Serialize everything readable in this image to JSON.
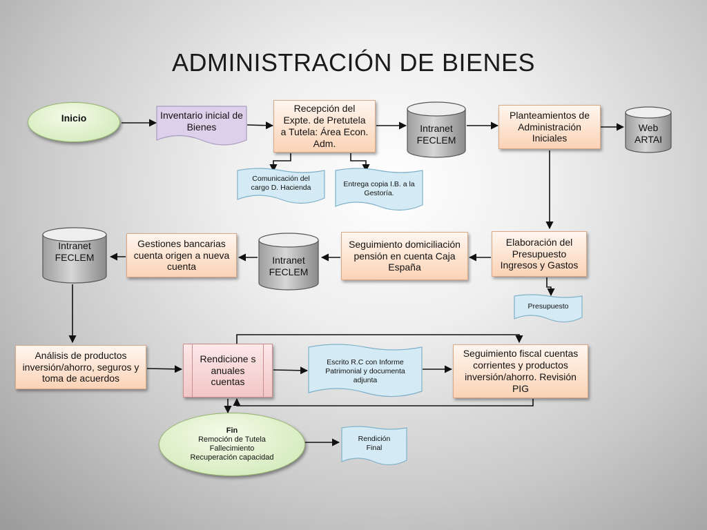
{
  "title": "ADMINISTRACIÓN DE BIENES",
  "nodes": {
    "inicio": "Inicio",
    "inventario": "Inventario inicial de Bienes",
    "recepcion": "Recepción del Expte. de Pretutela a Tutela: Área Econ. Adm.",
    "intranet_top": "Intranet FECLEM",
    "planteamientos": "Planteamientos de Administración Iniciales",
    "web": "Web ARTAI",
    "comunicacion": "Comunicación del cargo D. Hacienda",
    "entrega": "Entrega copia I.B. a la Gestoría.",
    "intranet_left": "Intranet FECLEM",
    "gestiones": "Gestiones bancarias cuenta origen a nueva cuenta",
    "intranet_mid": "Intranet FECLEM",
    "seguimiento_pension": "Seguimiento domiciliación pensión en cuenta Caja España",
    "elaboracion": "Elaboración del Presupuesto Ingresos y Gastos",
    "presupuesto": "Presupuesto",
    "analisis": "Análisis de productos inversión/ahorro, seguros y toma de acuerdos",
    "rendiciones": "Rendicione s anuales cuentas",
    "escrito": "Escrito R.C con Informe Patrimonial y documenta adjunta",
    "seguimiento_fiscal": "Seguimiento fiscal cuentas corrientes y productos inversión/ahorro. Revisión PIG",
    "fin_title": "Fin",
    "fin_line1": "Remoción de Tutela",
    "fin_line2": "Fallecimiento",
    "fin_line3": "Recuperación capacidad",
    "rendicion_final": "Rendición Final"
  },
  "colors": {
    "process_fill": "#fbd3b6",
    "data_fill": "#d4eaf4",
    "start_end_fill": "#cde7b1",
    "database_fill": "#b0b0b0",
    "inventory_fill": "#ddd0ea",
    "annual_accounts_fill": "#f2c6c6"
  }
}
